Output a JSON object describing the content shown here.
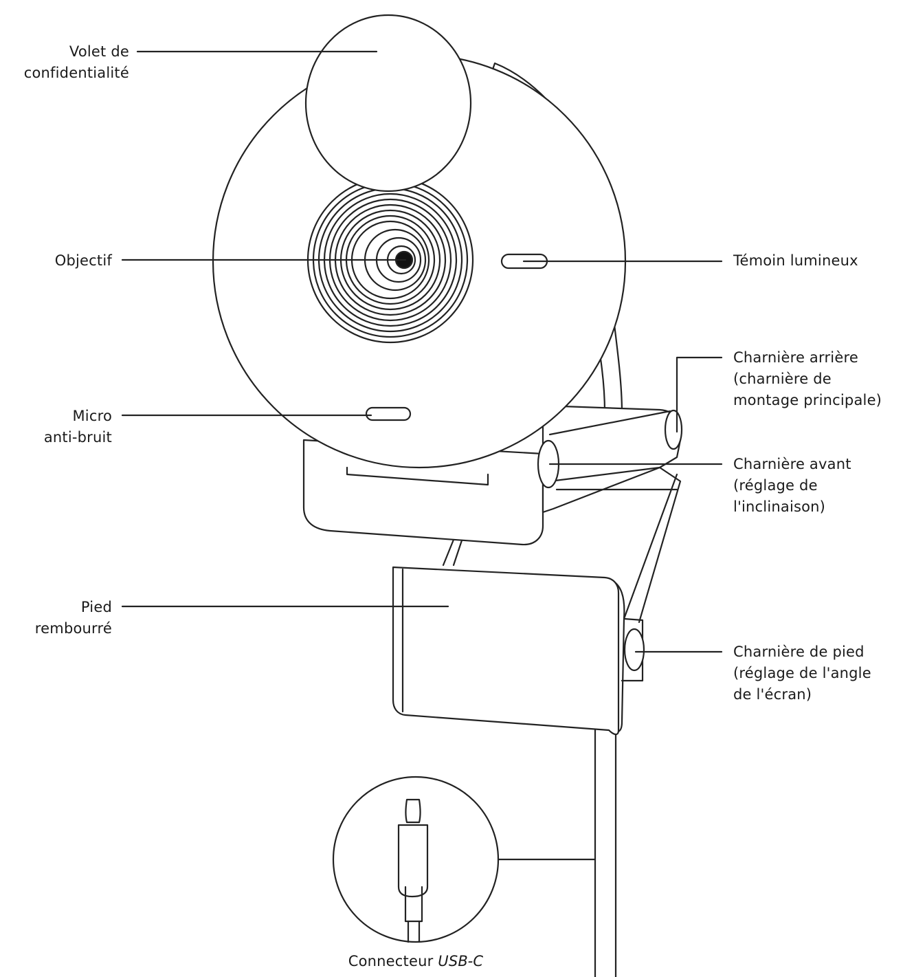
{
  "labels": {
    "privacy_shutter": [
      "Volet de",
      "confidentialité"
    ],
    "lens": [
      "Objectif"
    ],
    "microphone": [
      "Micro",
      "anti-bruit"
    ],
    "padded_foot": [
      "Pied",
      "rembourré"
    ],
    "light_indicator": [
      "Témoin lumineux"
    ],
    "rear_hinge": [
      "Charnière arrière",
      "(charnière de",
      "montage principale)"
    ],
    "front_hinge": [
      "Charnière avant",
      "(réglage de",
      "l'inclinaison)"
    ],
    "foot_hinge": [
      "Charnière de pied",
      "(réglage de l'angle",
      "de l'écran)"
    ],
    "usb_connector": {
      "text": "Connecteur ",
      "italic": "USB-C"
    }
  },
  "colors": {
    "line": "#222222",
    "background": "#ffffff",
    "text": "#1a1a1a"
  }
}
